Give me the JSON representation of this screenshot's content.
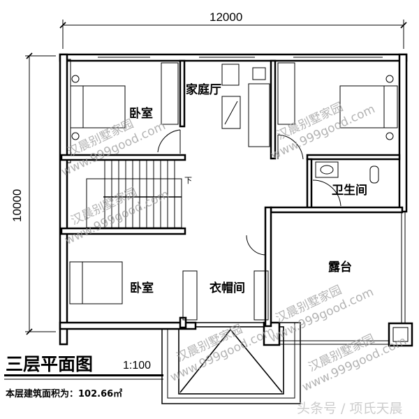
{
  "dimensions": {
    "width_label": "12000",
    "depth_label": "10000"
  },
  "rooms": {
    "bedroom_upper_left": "卧室",
    "family_hall": "家庭厅",
    "bathroom": "卫生间",
    "stair_down": "下",
    "terrace": "露台",
    "bedroom_lower_left": "卧室",
    "cloakroom": "衣帽间"
  },
  "title": {
    "name": "三层平面图",
    "scale": "1:100"
  },
  "area_note": "本层建筑面积为：102.66㎡",
  "watermark": {
    "brand": "汉晨别墅家园",
    "site": "www.999good.com",
    "credit": "头条号 / 项氏天晨"
  }
}
